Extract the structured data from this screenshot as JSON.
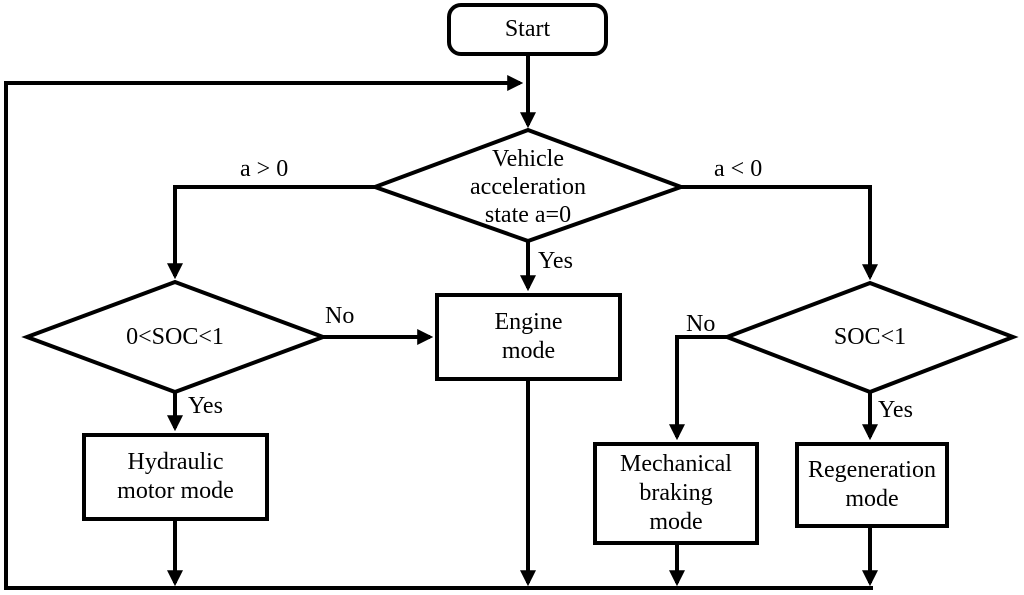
{
  "diagram": {
    "title": "hybrid vehicle mode selection flowchart",
    "colors": {
      "stroke": "#000000",
      "background": "#ffffff",
      "text": "#000000"
    },
    "nodes": {
      "start": {
        "type": "terminator",
        "label": "Start"
      },
      "accel": {
        "type": "decision",
        "label": "Vehicle\nacceleration\nstate a=0"
      },
      "soc_left": {
        "type": "decision",
        "label": "0<SOC<1"
      },
      "soc_right": {
        "type": "decision",
        "label": "SOC<1"
      },
      "engine": {
        "type": "process",
        "label": "Engine\nmode"
      },
      "hydraulic": {
        "type": "process",
        "label": "Hydraulic\nmotor mode"
      },
      "mechanical": {
        "type": "process",
        "label": "Mechanical\nbraking\nmode"
      },
      "regeneration": {
        "type": "process",
        "label": "Regeneration\nmode"
      }
    },
    "edge_labels": {
      "a_positive": "a > 0",
      "a_negative": "a < 0",
      "accel_yes": "Yes",
      "soc_left_no": "No",
      "soc_left_yes": "Yes",
      "soc_right_no": "No",
      "soc_right_yes": "Yes"
    }
  }
}
